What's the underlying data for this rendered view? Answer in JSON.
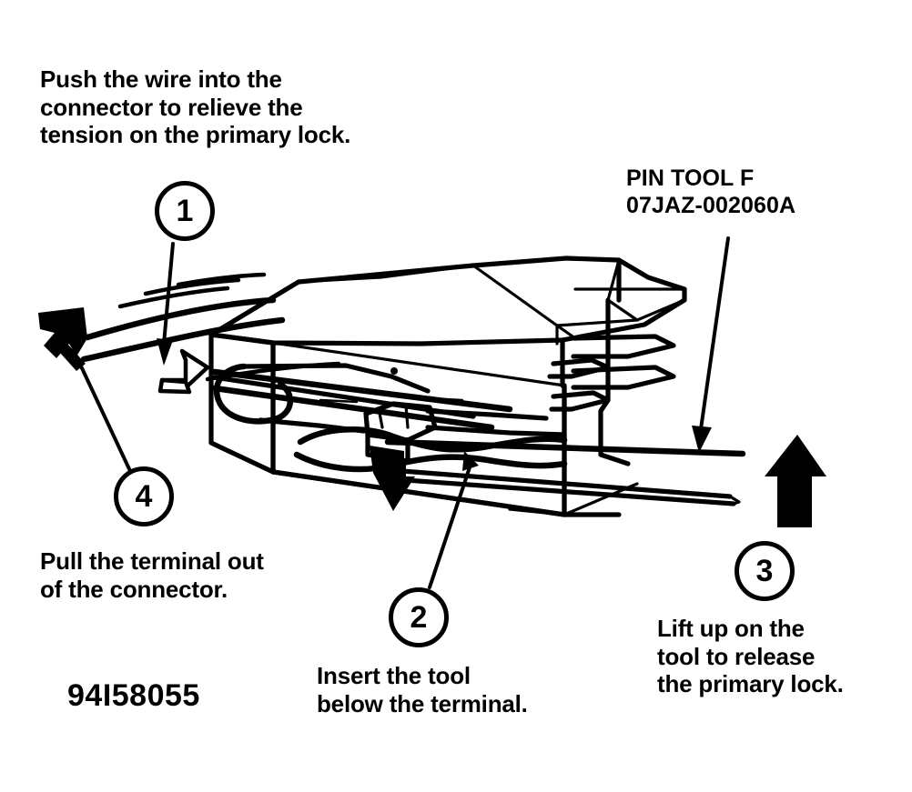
{
  "document": {
    "type": "automotive-service-diagram",
    "title": "Connector terminal removal using pin tool",
    "part_number": "94I58055",
    "background_color": "#ffffff",
    "ink_color": "#000000"
  },
  "tool_label": {
    "name": "PIN TOOL F",
    "code": "07JAZ-002060A"
  },
  "steps": [
    {
      "number": "1",
      "text": "Push the wire into the\nconnector to relieve the\ntension on the primary lock.",
      "position": "top-left",
      "arrow": "hollow-right"
    },
    {
      "number": "2",
      "text": "Insert the tool\nbelow the terminal.",
      "position": "bottom-center",
      "arrow": "solid-down"
    },
    {
      "number": "3",
      "text": "Lift up on the\ntool to release\nthe primary lock.",
      "position": "bottom-right",
      "arrow": "solid-up"
    },
    {
      "number": "4",
      "text": "Pull the terminal out\nof the connector.",
      "position": "left",
      "arrow": "solid-up-left"
    }
  ],
  "labels": {
    "step1_line1": "Push the wire into the",
    "step1_line2": "connector to relieve the",
    "step1_line3": "tension on the primary lock.",
    "step4_line1": "Pull the terminal out",
    "step4_line2": "of the connector.",
    "step2_line1": "Insert the tool",
    "step2_line2": "below the terminal.",
    "step3_line1": "Lift up on the",
    "step3_line2": "tool to release",
    "step3_line3": "the primary lock.",
    "pintool_line1": "PIN TOOL F",
    "pintool_line2": "07JAZ-002060A",
    "part_number": "94I58055",
    "callout_1": "1",
    "callout_2": "2",
    "callout_3": "3",
    "callout_4": "4"
  },
  "illustration": {
    "subject": "electrical connector housing with wires and pin release tool",
    "view": "isometric",
    "style": "black line art, no fill"
  }
}
